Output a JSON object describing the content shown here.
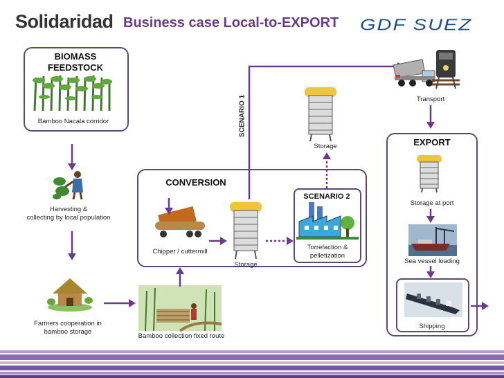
{
  "header": {
    "left_logo": "Solidaridad",
    "title": "Business case Local-to-EXPORT",
    "right_logo": "GDF SUEZ"
  },
  "biomass": {
    "title_line1": "BIOMASS",
    "title_line2": "FEEDSTOCK",
    "caption": "Bamboo Nacala corridor"
  },
  "harvesting": {
    "line1": "Harvesting &",
    "line2": "collecting by local population"
  },
  "farmers": {
    "line1": "Farmers cooperation in",
    "line2": "bamboo storage"
  },
  "collection": {
    "label": "Bamboo collection fixed route"
  },
  "conversion": {
    "title": "CONVERSION",
    "chipper_label": "Chipper / cuttermill",
    "storage_label": "Storage"
  },
  "scenario2": {
    "title": "SCENARIO 2",
    "line1": "Torrefaction &",
    "line2": "pelletization"
  },
  "scenario1": {
    "title": "SCENARIO 1",
    "storage_label": "Storage"
  },
  "transport": {
    "label": "Transport"
  },
  "export": {
    "title": "EXPORT",
    "storage_label": "Storage at port",
    "vessel_label": "Sea vessel loading",
    "shipping_label": "Shipping"
  },
  "colors": {
    "arrow": "#6a3a8e",
    "box_border": "#5a4a7a",
    "title": "#6a3a8e",
    "brand_blue": "#1c4e8a"
  }
}
